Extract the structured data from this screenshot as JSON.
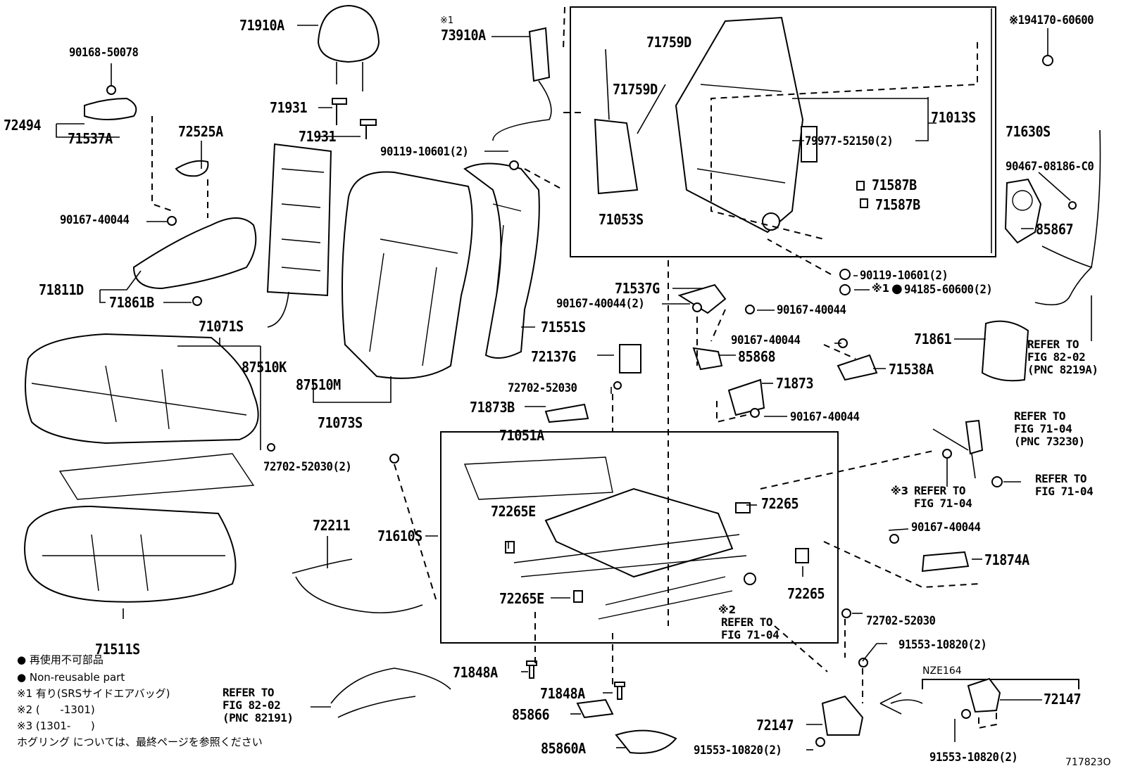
{
  "diagram": {
    "title": "Front seat parts diagram",
    "figure_id": "717823O",
    "group_label": "NZE164",
    "labels": {
      "p71910A": "71910A",
      "p73910A_mark": "※1",
      "p73910A": "73910A",
      "p71759D_a": "71759D",
      "p71759D_b": "71759D",
      "p194170": "※194170-60600",
      "p90168": "90168-50078",
      "p72494": "72494",
      "p71537A": "71537A",
      "p72525A": "72525A",
      "p71931_a": "71931",
      "p71931_b": "71931",
      "p90119_a": "90119-10601(2)",
      "p71013S": "71013S",
      "p71630S": "71630S",
      "p79977": "79977-52150(2)",
      "p90467": "90467-08186-C0",
      "p71587B_a": "71587B",
      "p71587B_b": "71587B",
      "p71053S": "71053S",
      "p85867": "85867",
      "p90167_a": "90167-40044",
      "p71811D": "71811D",
      "p71861B": "71861B",
      "p90119_b": "90119-10601(2)",
      "p94185_mark": "※1",
      "p94185": "94185-60600(2)",
      "p71537G": "71537G",
      "p90167_b": "90167-40044(2)",
      "p90167_c": "90167-40044",
      "p71071S": "71071S",
      "p71551S": "71551S",
      "p71861": "71861",
      "p87510K": "87510K",
      "p90167_d": "90167-40044",
      "p85868": "85868",
      "p72137G": "72137G",
      "p71873": "71873",
      "p71538A": "71538A",
      "p87510M": "87510M",
      "p72702_a": "72702-52030",
      "p71873B": "71873B",
      "p90167_e": "90167-40044",
      "p71073S": "71073S",
      "p71051A": "71051A",
      "p72702_b": "72702-52030(2)",
      "p72265_a": "72265",
      "p72211": "72211",
      "p71610S": "71610S",
      "p72265E_a": "72265E",
      "p90167_f": "90167-40044",
      "p71874A": "71874A",
      "p72265_b": "72265",
      "p72265E_b": "72265E",
      "p72702_c": "72702-52030",
      "p71511S": "71511S",
      "p91553_a": "91553-10820(2)",
      "p71848A_a": "71848A",
      "p71848A_b": "71848A",
      "p85866": "85866",
      "p72147_a": "72147",
      "p72147_b": "72147",
      "p85860A": "85860A",
      "p91553_b": "91553-10820(2)",
      "p91553_c": "91553-10820(2)"
    },
    "references": {
      "ref_82_02_a": "REFER TO\nFIG 82-02\n(PNC 8219A)",
      "ref_71_04_a": "REFER TO\nFIG 71-04\n(PNC 73230)",
      "ref_71_04_b": "REFER TO\nFIG 71-04",
      "ref_71_04_c_mark": "※3",
      "ref_71_04_c": "REFER TO\nFIG 71-04",
      "ref_71_04_d_mark": "※2",
      "ref_71_04_d": "REFER TO\nFIG 71-04",
      "ref_82_02_b": "REFER TO\nFIG 82-02\n(PNC 82191)"
    },
    "legend": {
      "non_reusable_jp": "● 再使用不可部品",
      "non_reusable_en": "● Non-reusable part",
      "note1": "※1 有り(SRSサイドエアバッグ)",
      "note2": "※2 (      -1301)",
      "note3": "※3 (1301-      )",
      "hog_ring": "ホグリング については、最終ページを参照ください"
    }
  }
}
